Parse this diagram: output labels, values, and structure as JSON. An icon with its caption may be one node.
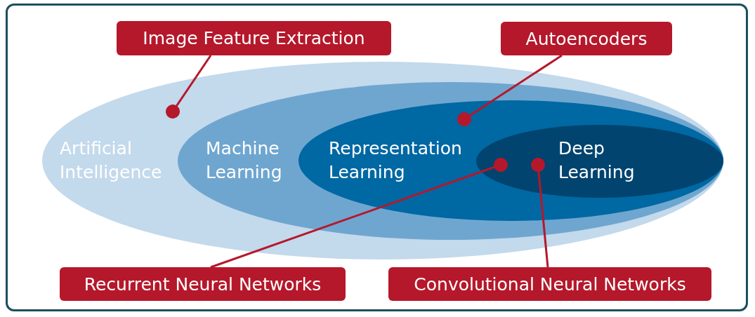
{
  "diagram": {
    "nodes": [
      {
        "text": [
          "Artificial Intelligence"
        ]
      },
      {
        "text": [
          "Machine Learning"
        ],
        "in": 0
      },
      {
        "text": [
          "Representation Learning"
        ],
        "in": 1
      },
      {
        "text": [
          "Deep Learning"
        ],
        "in": 2
      },
      {
        "text": [
          "Image Feature Extraction"
        ]
      },
      {
        "text": [
          "Autoencoders"
        ]
      },
      {
        "text": [
          "Recurrent Neural Networks"
        ]
      },
      {
        "text": [
          "Convolutional Neural Networks"
        ]
      }
    ],
    "edges": [
      {
        "from": 4,
        "to": 0,
        "arrow": "other"
      },
      {
        "from": 5,
        "to": 2,
        "arrow": "other"
      },
      {
        "from": 6,
        "to": 3,
        "arrow": "other"
      },
      {
        "from": 7,
        "to": 3,
        "arrow": "other"
      }
    ]
  }
}
